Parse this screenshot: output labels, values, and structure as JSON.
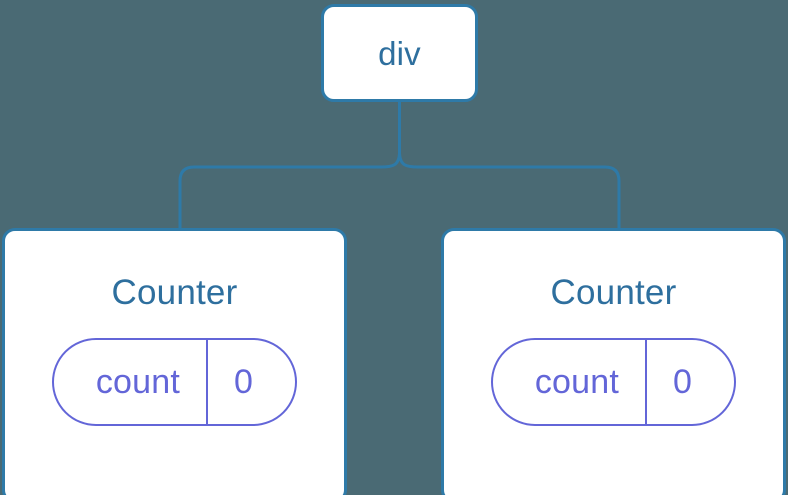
{
  "diagram": {
    "type": "component-tree",
    "background_color": "#4a6a74",
    "node_border_color": "#2e7aa8",
    "node_title_color": "#2e6f9e",
    "state_badge_color": "#6366d8",
    "connector_color": "#2e7aa8",
    "root": {
      "label": "div",
      "name": "div-node"
    },
    "children": [
      {
        "label": "Counter",
        "name": "counter-node-left",
        "state": {
          "key": "count",
          "value": "0"
        }
      },
      {
        "label": "Counter",
        "name": "counter-node-right",
        "state": {
          "key": "count",
          "value": "0"
        }
      }
    ]
  }
}
